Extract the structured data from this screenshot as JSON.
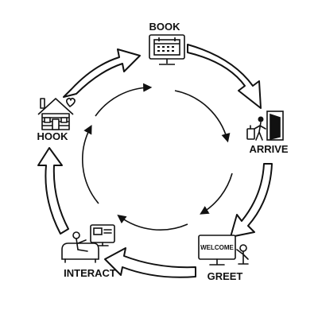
{
  "stages": {
    "book": "BOOK",
    "arrive": "ARRIVE",
    "greet": "GREET",
    "interact": "INTERACT",
    "hook": "HOOK"
  },
  "screen_text": {
    "welcome": "WELCOME"
  },
  "icons": {
    "book": "calendar-monitor-icon",
    "arrive": "person-luggage-door-icon",
    "greet": "welcome-screen-person-icon",
    "interact": "person-sofa-tv-icon",
    "hook": "cabin-heart-icon"
  },
  "colors": {
    "stroke": "#111111",
    "background": "#ffffff"
  }
}
